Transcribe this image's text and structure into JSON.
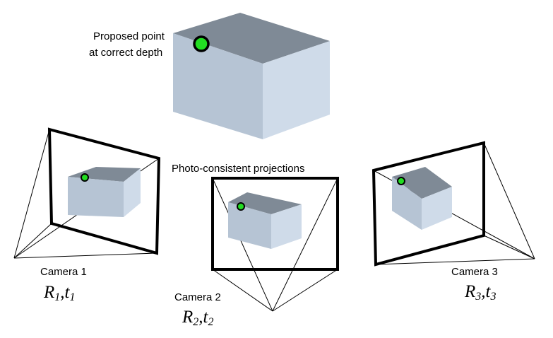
{
  "proposed_label": {
    "line1": "Proposed point",
    "line2": "at correct depth"
  },
  "projections_label": "Photo-consistent projections",
  "cameras": [
    {
      "name": "Camera 1",
      "R": "R",
      "t": "t",
      "index": "1"
    },
    {
      "name": "Camera 2",
      "R": "R",
      "t": "t",
      "index": "2"
    },
    {
      "name": "Camera 3",
      "R": "R",
      "t": "t",
      "index": "3"
    }
  ],
  "colors": {
    "cube_top": "#7f8a96",
    "cube_left": "#b6c4d4",
    "cube_right": "#cfdbe9",
    "point_fill": "#22dd22",
    "frame": "#000000"
  }
}
